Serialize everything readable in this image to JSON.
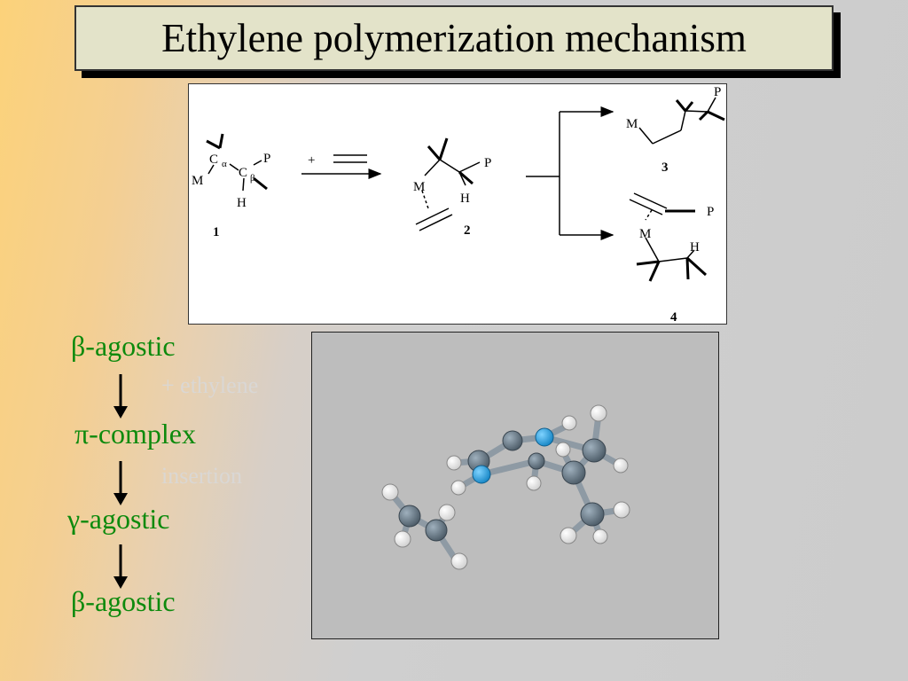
{
  "slide": {
    "title": "Ethylene polymerization mechanism"
  },
  "scheme": {
    "atoms": {
      "M": "M",
      "P": "P",
      "H": "H",
      "C": "C",
      "alpha": "α",
      "beta": "β",
      "plus": "+"
    },
    "compounds": [
      "1",
      "2",
      "3",
      "4"
    ]
  },
  "sequence": {
    "stages": [
      "β-agostic",
      "π-complex",
      "γ-agostic",
      "β-agostic"
    ],
    "steps": [
      "+ ethylene",
      "insertion"
    ]
  },
  "colors": {
    "stage_text": "#0d8a0d",
    "title_bg": "#e3e3c9",
    "carbon": "#5f6f7c",
    "metal": "#1ea7e8",
    "hydrogen": "#ffffff"
  }
}
